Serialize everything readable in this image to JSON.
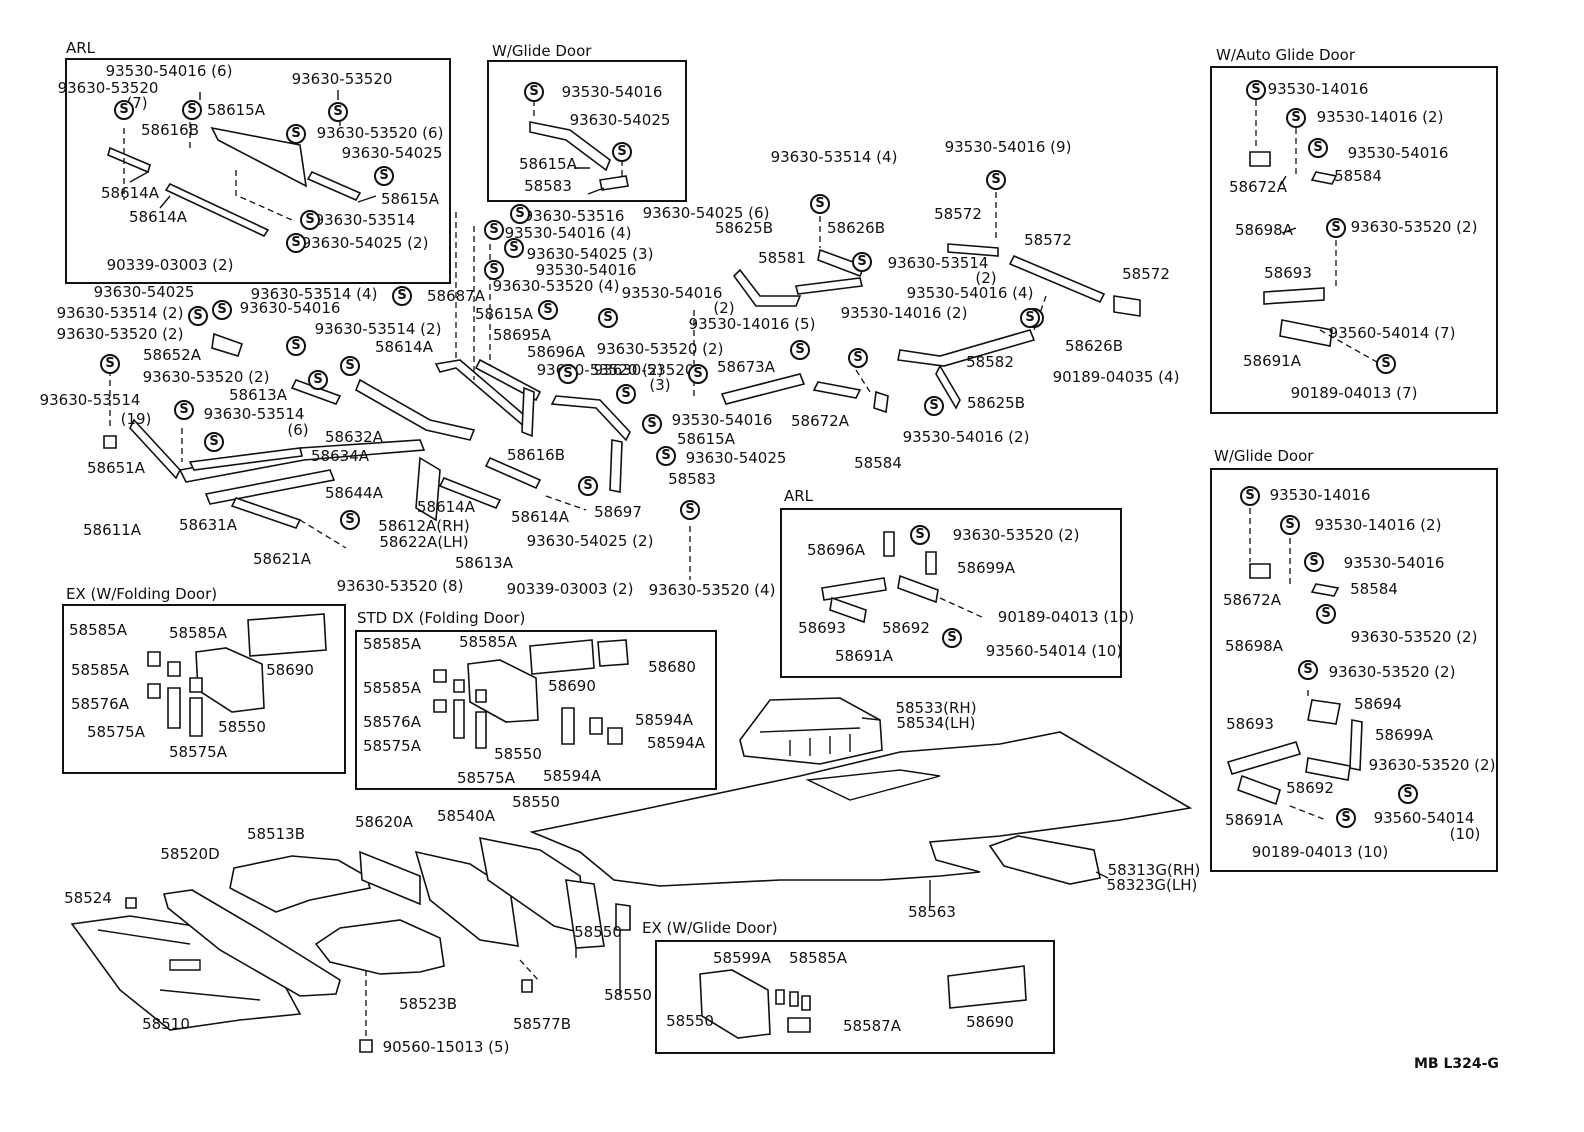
{
  "groups": {
    "arl_top": "ARL",
    "glide_top": "W/Glide Door",
    "auto_glide": "W/Auto Glide Door",
    "arl_mid": "ARL",
    "glide_right": "W/Glide Door",
    "ex_folding": "EX (W/Folding Door)",
    "std_dx": "STD DX (Folding Door)",
    "ex_glide": "EX (W/Glide Door)"
  },
  "symbol": "S",
  "diagram_code": "MB L324-G",
  "labels": [
    "93530-54016 (6)",
    "93630-53520",
    "93630-53520",
    "(7)",
    "58615A",
    "58616B",
    "93630-53520 (6)",
    "93630-54025",
    "58614A",
    "58615A",
    "58614A",
    "93630-53514",
    "93630-54025 (2)",
    "90339-03003 (2)",
    "93530-54016",
    "93630-54025",
    "58615A",
    "58583",
    "93530-14016",
    "93530-14016 (2)",
    "93530-54016",
    "58672A",
    "58584",
    "58698A",
    "93630-53520 (2)",
    "58693",
    "93560-54014 (7)",
    "58691A",
    "90189-04013 (7)",
    "93630-53514 (4)",
    "93530-54016 (9)",
    "93630-53516",
    "93630-54025 (6)",
    "93530-54016 (4)",
    "93630-54025 (3)",
    "93530-54016",
    "93630-53520 (4)",
    "93530-54016",
    "(2)",
    "58625B",
    "58626B",
    "58581",
    "93630-53514",
    "(2)",
    "58572",
    "58572",
    "58572",
    "93530-54016 (4)",
    "93630-54025",
    "93630-53514 (2)",
    "93630-53520 (2)",
    "93630-53514 (4)",
    "93630-54016",
    "58687A",
    "58615A",
    "93630-53514 (2)",
    "58652A",
    "93630-53520 (2)",
    "58614A",
    "58695A",
    "93530-14016 (5)",
    "93530-14016 (2)",
    "58626B",
    "58582",
    "90189-04035 (4)",
    "58696A",
    "93630-53520 (2)",
    "93630-53520 (2)",
    "58613A",
    "93630-53520",
    "(3)",
    "58673A",
    "93630-53514",
    "(19)",
    "93630-53514",
    "(6)",
    "58625B",
    "58672A",
    "93530-54016 (2)",
    "58632A",
    "58634A",
    "58651A",
    "93530-54016",
    "58615A",
    "58616B",
    "93630-54025",
    "58584",
    "58583",
    "58644A",
    "58611A",
    "58631A",
    "58614A",
    "58697",
    "58612A(RH)",
    "58622A(LH)",
    "58614A",
    "58621A",
    "58613A",
    "93630-54025 (2)",
    "93630-53520 (8)",
    "90339-03003 (2)",
    "93630-53520 (4)",
    "58696A",
    "93630-53520 (2)",
    "58699A",
    "90189-04013 (10)",
    "58693",
    "58692",
    "58691A",
    "93560-54014 (10)",
    "93530-14016",
    "93530-14016 (2)",
    "93530-54016",
    "58672A",
    "58584",
    "58698A",
    "93630-53520 (2)",
    "93630-53520 (2)",
    "58694",
    "58693",
    "58699A",
    "58692",
    "93630-53520 (2)",
    "58691A",
    "93560-54014",
    "(10)",
    "90189-04013 (10)",
    "58585A",
    "58585A",
    "58585A",
    "58690",
    "58576A",
    "58550",
    "58575A",
    "58575A",
    "58585A",
    "58585A",
    "58585A",
    "58690",
    "58680",
    "58576A",
    "58550",
    "58575A",
    "58594A",
    "58594A",
    "58575A",
    "58594A",
    "58533(RH)",
    "58534(LH)",
    "58550",
    "58513B",
    "58620A",
    "58540A",
    "58520D",
    "58524",
    "58313G(RH)",
    "58323G(LH)",
    "58563",
    "58550",
    "58523B",
    "58550",
    "58577B",
    "58510",
    "90560-15013 (5)",
    "58599A",
    "58585A",
    "58690",
    "58550",
    "58587A"
  ]
}
